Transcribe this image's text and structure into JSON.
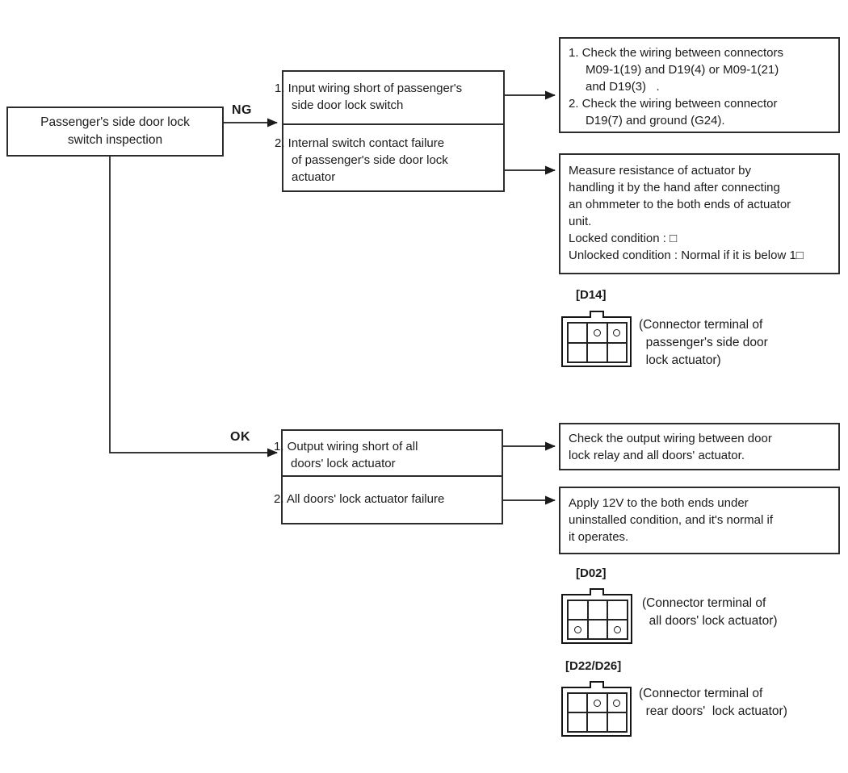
{
  "palette": {
    "ink": "#1b1b1b",
    "paper": "#ffffff"
  },
  "flow": {
    "start": "Passenger's side door lock\nswitch inspection",
    "ng": {
      "label": "NG",
      "causes": [
        "1. Input wiring short of passenger's\nside door lock switch",
        "2. Internal switch contact failure\nof passenger's side door lock\nactuator"
      ],
      "actions": [
        {
          "items": [
            "1. Check the wiring between connectors\nM09-1(19) and D19(4) or M09-1(21)\nand D19(3)   .",
            "2. Check the wiring between connector\nD19(7) and ground (G24)."
          ]
        },
        {
          "text": "Measure resistance of actuator by\nhandling it by the hand after connecting\nan ohmmeter to the both ends of actuator\nunit.\nLocked condition : □\nUnlocked condition : Normal if it is below 1□"
        }
      ]
    },
    "ok": {
      "label": "OK",
      "causes": [
        "1. Output wiring short of all\ndoors' lock actuator",
        "2. All doors' lock actuator failure"
      ],
      "actions": [
        {
          "text": "Check the output wiring between door\nlock relay and all doors' actuator."
        },
        {
          "text": "Apply 12V to the both ends under\nuninstalled condition, and it's normal if\nit operates."
        }
      ]
    }
  },
  "connectors": [
    {
      "id": "D14",
      "label": "[D14]",
      "caption": "(Connector terminal of\n  passenger's side door\n  lock actuator)",
      "pins": [
        [
          0,
          1
        ],
        [
          0,
          2
        ]
      ]
    },
    {
      "id": "D02",
      "label": "[D02]",
      "caption": "(Connector terminal of\n  all doors' lock actuator)",
      "pins": [
        [
          1,
          0
        ],
        [
          1,
          2
        ]
      ]
    },
    {
      "id": "D22/D26",
      "label": "[D22/D26]",
      "caption": "(Connector terminal of\n  rear doors'  lock actuator)",
      "pins": [
        [
          0,
          1
        ],
        [
          0,
          2
        ]
      ]
    }
  ]
}
